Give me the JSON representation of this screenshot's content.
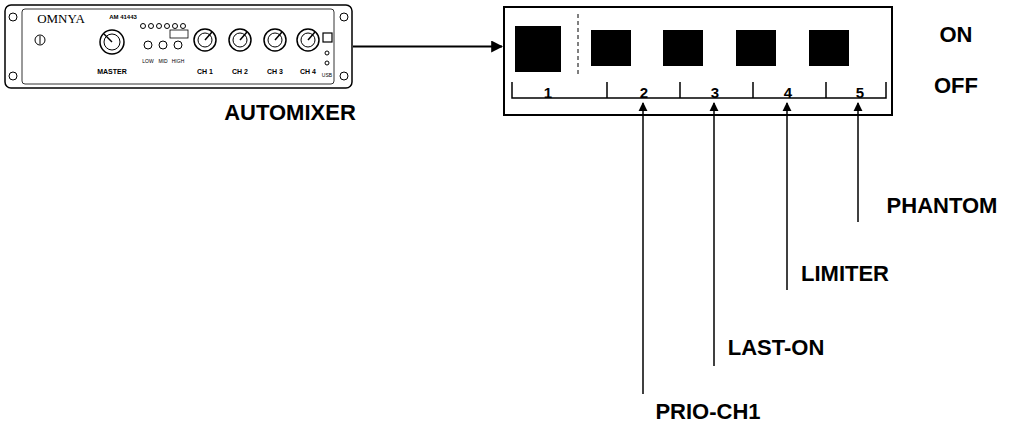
{
  "diagram": {
    "nodes": [
      {
        "text": [
          "OMNYA",
          "AM 41443",
          "LOW",
          "MID",
          "HIGH",
          "MASTER",
          "CH 1",
          "CH 2",
          "CH 3",
          "CH 4",
          "USB",
          "AUTOMIXER"
        ]
      },
      {
        "text": [
          "1",
          "2",
          "3",
          "4",
          "5"
        ]
      }
    ],
    "edges": [
      {
        "from": 0,
        "to": 1,
        "arrow": "to"
      }
    ],
    "labels": [
      "ON",
      "OFF",
      "PRIO-CH1",
      "LAST-ON",
      "LIMITER",
      "PHANTOM"
    ]
  }
}
